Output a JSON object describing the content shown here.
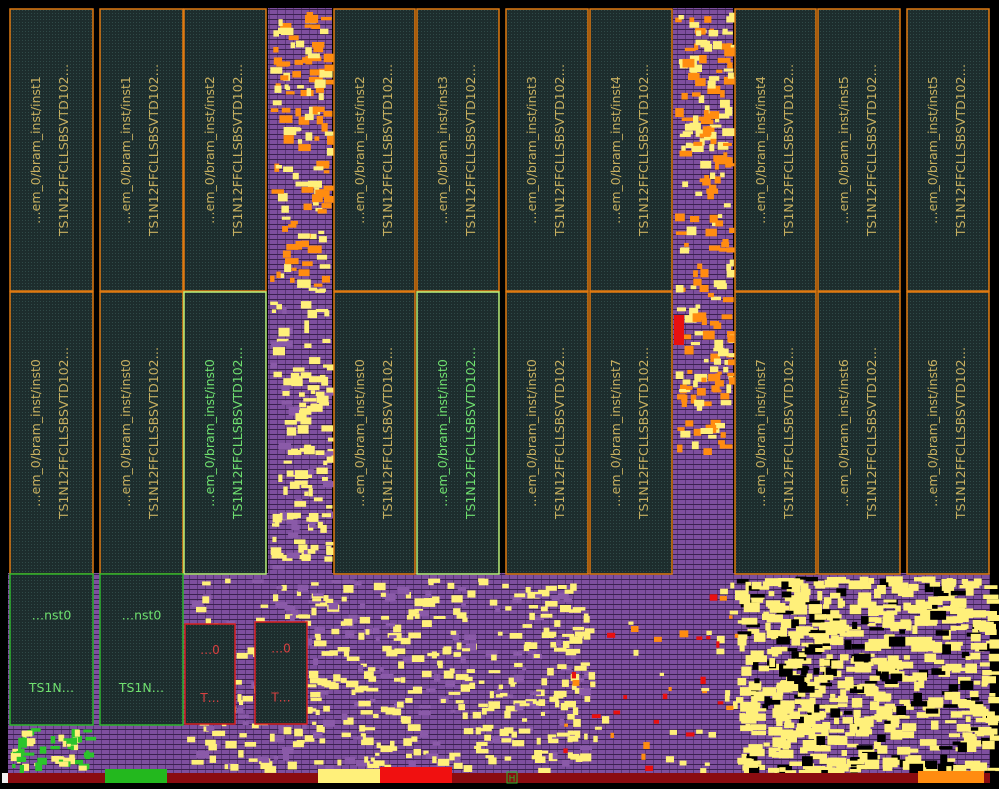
{
  "colors": {
    "background": "#000000",
    "macro_fill": "#1f2f2f",
    "macro_border_orange": "#e07a10",
    "macro_border_green": "#2cb42c",
    "macro_border_red": "#d92020",
    "macro_border_lightgreen": "#b8f07a",
    "text_default": "#c8b060",
    "text_green": "#6fe06f",
    "text_red": "#d84040",
    "cell_purple": "#8a5aa8",
    "cell_yellow": "#fff07a",
    "cell_orange": "#ff8c10"
  },
  "macros_top": [
    {
      "name": "…em_0/bram_inst/inst1",
      "lib": "TS1N12FFCLLSBSVTD102…"
    },
    {
      "name": "…em_0/bram_inst/inst1",
      "lib": "TS1N12FFCLLSBSVTD102…"
    },
    {
      "name": "…em_0/bram_inst/inst2",
      "lib": "TS1N12FFCLLSBSVTD102…"
    },
    {
      "name": "…em_0/bram_inst/inst2",
      "lib": "TS1N12FFCLLSBSVTD102…"
    },
    {
      "name": "…em_0/bram_inst/inst3",
      "lib": "TS1N12FFCLLSBSVTD102…"
    },
    {
      "name": "…em_0/bram_inst/inst3",
      "lib": "TS1N12FFCLLSBSVTD102…"
    },
    {
      "name": "…em_0/bram_inst/inst4",
      "lib": "TS1N12FFCLLSBSVTD102…"
    },
    {
      "name": "…em_0/bram_inst/inst4",
      "lib": "TS1N12FFCLLSBSVTD102…"
    },
    {
      "name": "…em_0/bram_inst/inst5",
      "lib": "TS1N12FFCLLSBSVTD102…"
    },
    {
      "name": "…em_0/bram_inst/inst5",
      "lib": "TS1N12FFCLLSBSVTD102…"
    }
  ],
  "macros_mid": [
    {
      "name": "…em_0/bram_inst/inst0",
      "lib": "TS1N12FFCLLSBSVTD102…"
    },
    {
      "name": "…em_0/bram_inst/inst0",
      "lib": "TS1N12FFCLLSBSVTD102…"
    },
    {
      "name": "…em_0/bram_inst/inst0",
      "lib": "TS1N12FFCLLSBSVTD102…"
    },
    {
      "name": "…em_0/bram_inst/inst0",
      "lib": "TS1N12FFCLLSBSVTD102…"
    },
    {
      "name": "…em_0/bram_inst/inst0",
      "lib": "TS1N12FFCLLSBSVTD102…"
    },
    {
      "name": "…em_0/bram_inst/inst0",
      "lib": "TS1N12FFCLLSBSVTD102…"
    },
    {
      "name": "…em_0/bram_inst/inst7",
      "lib": "TS1N12FFCLLSBSVTD102…"
    },
    {
      "name": "…em_0/bram_inst/inst7",
      "lib": "TS1N12FFCLLSBSVTD102…"
    },
    {
      "name": "…em_0/bram_inst/inst6",
      "lib": "TS1N12FFCLLSBSVTD102…"
    },
    {
      "name": "…em_0/bram_inst/inst6",
      "lib": "TS1N12FFCLLSBSVTD102…"
    }
  ],
  "macros_bottom": [
    {
      "name": "…nst0",
      "lib": "TS1N…"
    },
    {
      "name": "…nst0",
      "lib": "TS1N…"
    },
    {
      "name": "…0",
      "lib": "T…"
    },
    {
      "name": "…0",
      "lib": "T…"
    }
  ],
  "pin_marker": "H"
}
